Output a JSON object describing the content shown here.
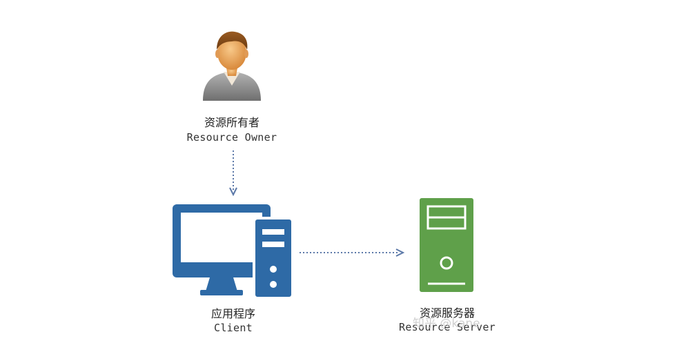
{
  "nodes": {
    "owner": {
      "label_cn": "资源所有者",
      "label_en": "Resource Owner",
      "icon": "person-icon"
    },
    "client": {
      "label_cn": "应用程序",
      "label_en": "Client",
      "icon": "desktop-computer-icon"
    },
    "server": {
      "label_cn": "资源服务器",
      "label_en": "Resource Server",
      "icon": "server-tower-icon"
    }
  },
  "watermark": "知乎 @kane",
  "colors": {
    "client_blue": "#2e6aa6",
    "server_green": "#5fa04a",
    "arrow": "#5b78a8"
  }
}
